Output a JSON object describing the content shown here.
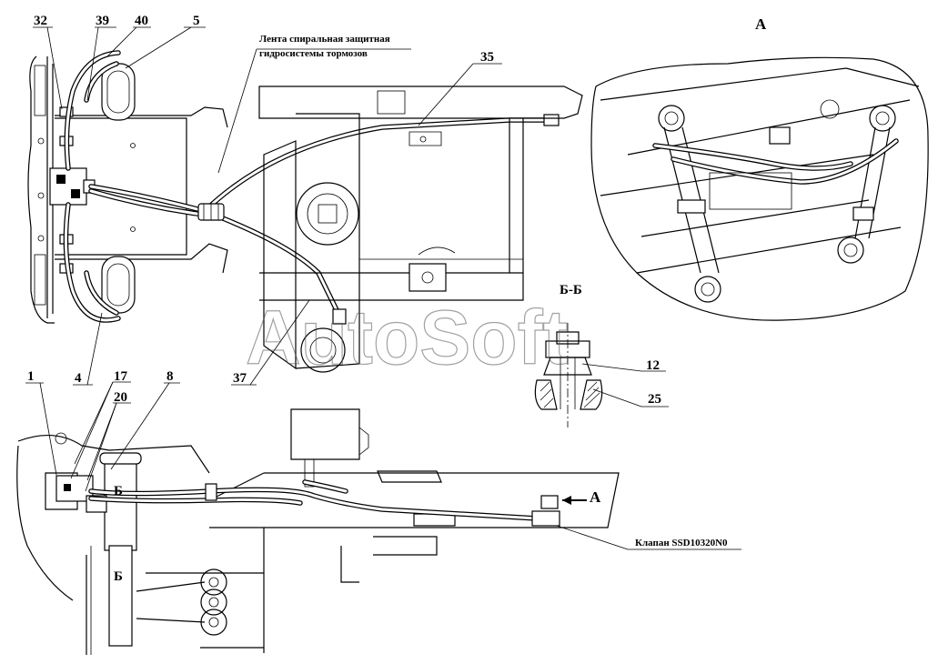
{
  "watermark": "AutoSoft",
  "views": {
    "detail_a": "А",
    "section_bb": "Б-Б",
    "section_mark_upper": "Б",
    "section_mark_lower": "Б",
    "arrow_a": "А"
  },
  "notes": {
    "spiral_tape_line1": "Лента спиральная защитная",
    "spiral_tape_line2": "гидросистемы тормозов",
    "valve": "Клапан SSD10320N0"
  },
  "callouts": {
    "c32": "32",
    "c39": "39",
    "c40": "40",
    "c5": "5",
    "c35": "35",
    "c4": "4",
    "c37": "37",
    "c1": "1",
    "c17": "17",
    "c20": "20",
    "c8": "8",
    "c12": "12",
    "c25": "25"
  }
}
